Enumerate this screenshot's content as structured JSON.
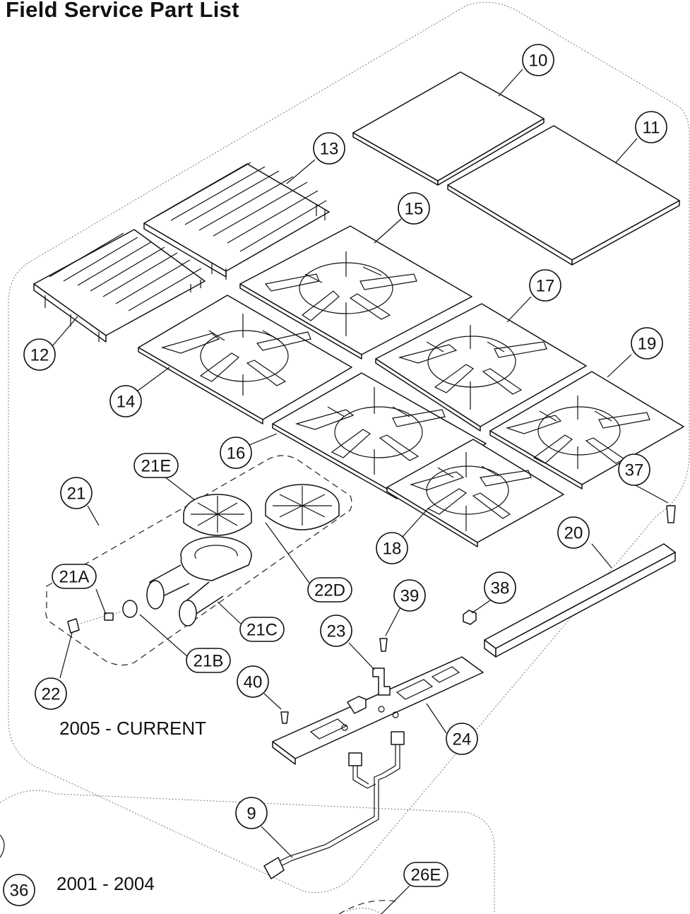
{
  "title": "Field Service Part List",
  "era_labels": {
    "current": "2005 - CURRENT",
    "previous": "2001 - 2004"
  },
  "callouts": {
    "c10": "10",
    "c11": "11",
    "c12": "12",
    "c13": "13",
    "c14": "14",
    "c15": "15",
    "c16": "16",
    "c17": "17",
    "c18": "18",
    "c19": "19",
    "c20": "20",
    "c21": "21",
    "c21A": "21A",
    "c21B": "21B",
    "c21C": "21C",
    "c21E": "21E",
    "c22": "22",
    "c22D": "22D",
    "c23": "23",
    "c24": "24",
    "c37": "37",
    "c38": "38",
    "c39": "39",
    "c40": "40",
    "c9": "9",
    "c36": "36",
    "c26E": "26E"
  }
}
